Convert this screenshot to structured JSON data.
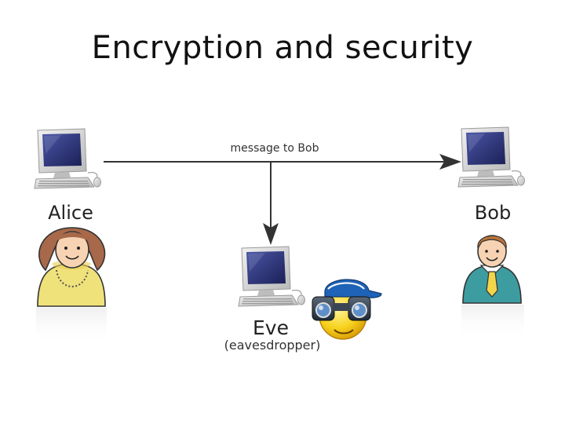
{
  "slide": {
    "title": "Encryption and security"
  },
  "diagram": {
    "message_label": "message to Bob",
    "alice": {
      "name": "Alice"
    },
    "bob": {
      "name": "Bob"
    },
    "eve": {
      "name": "Eve",
      "role": "(eavesdropper)"
    }
  },
  "colors": {
    "screen": "#2c3475",
    "monitor_body": "#dcdcdc",
    "alice_shirt": "#f0e27a",
    "alice_hair": "#a8684a",
    "bob_shirt": "#3d9ca0",
    "bob_tie": "#f1d64a",
    "skin": "#f7d3b3",
    "arrow": "#333333"
  },
  "icons": {
    "computer": "desktop-computer-icon",
    "alice": "woman-avatar-icon",
    "bob": "man-avatar-icon",
    "eve": "binoculars-smiley-icon"
  }
}
